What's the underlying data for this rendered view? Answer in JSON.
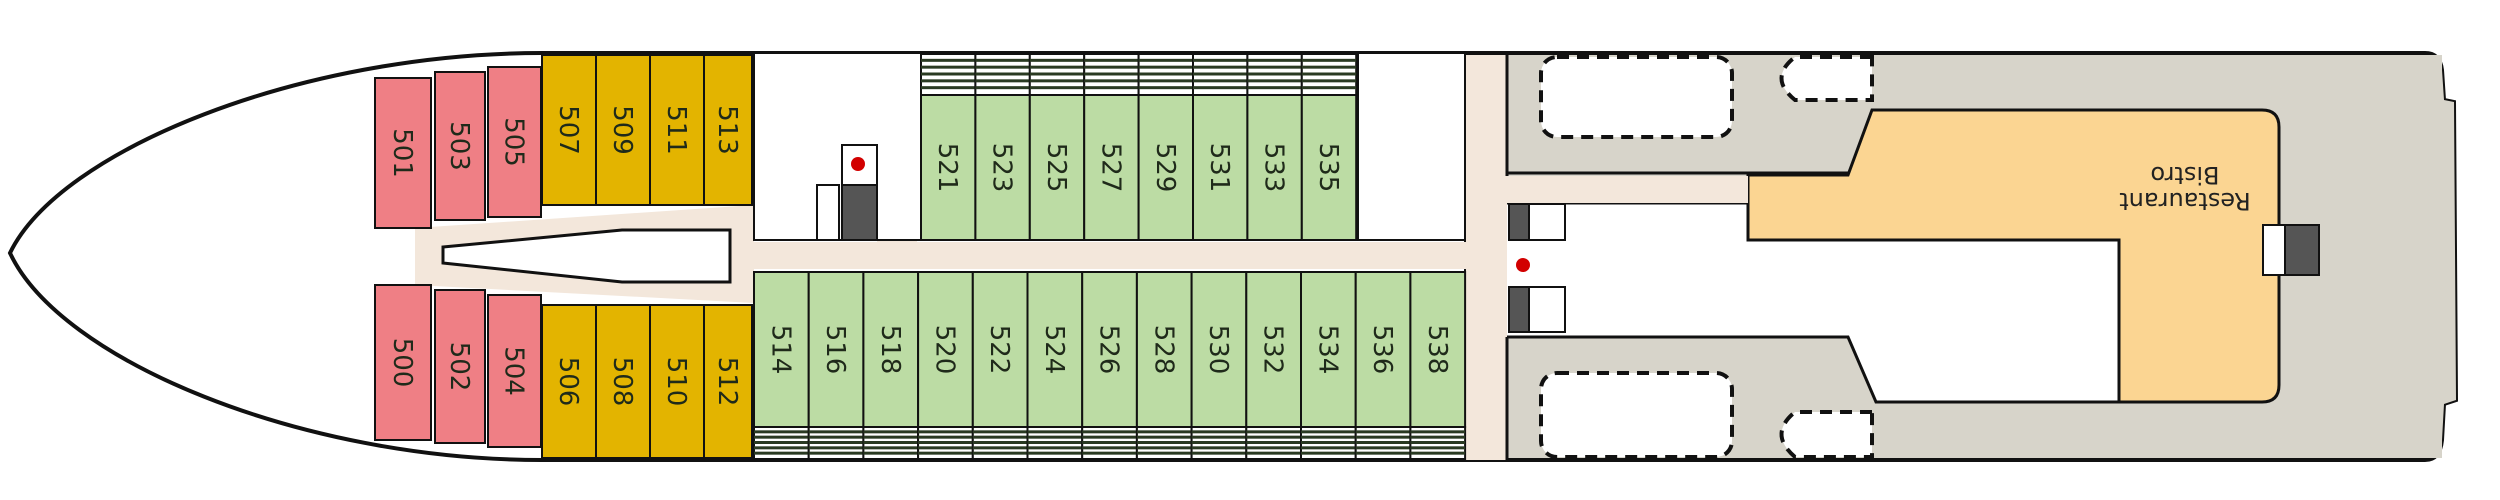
{
  "deck": {
    "colors": {
      "category_pink": "#ef7f85",
      "category_yellow": "#e3b400",
      "category_green": "#bcdca4",
      "corridor": "#f3e7db",
      "public_area": "#d7d4ca",
      "restaurant": "#fbd592",
      "elevator_dot": "#d20000",
      "hull": "#111111"
    },
    "cabins_top": {
      "pink": [
        "501",
        "503",
        "505"
      ],
      "yellow": [
        "507",
        "509",
        "511",
        "513"
      ],
      "green": [
        "521",
        "523",
        "525",
        "527",
        "529",
        "531",
        "533",
        "535"
      ]
    },
    "cabins_bottom": {
      "pink": [
        "500",
        "502",
        "504"
      ],
      "yellow": [
        "506",
        "508",
        "510",
        "512"
      ],
      "green": [
        "514",
        "516",
        "518",
        "520",
        "522",
        "524",
        "526",
        "528",
        "530",
        "532",
        "534",
        "536",
        "538"
      ]
    },
    "venue": {
      "line1": "Bistro",
      "line2": "Restaurant"
    }
  }
}
